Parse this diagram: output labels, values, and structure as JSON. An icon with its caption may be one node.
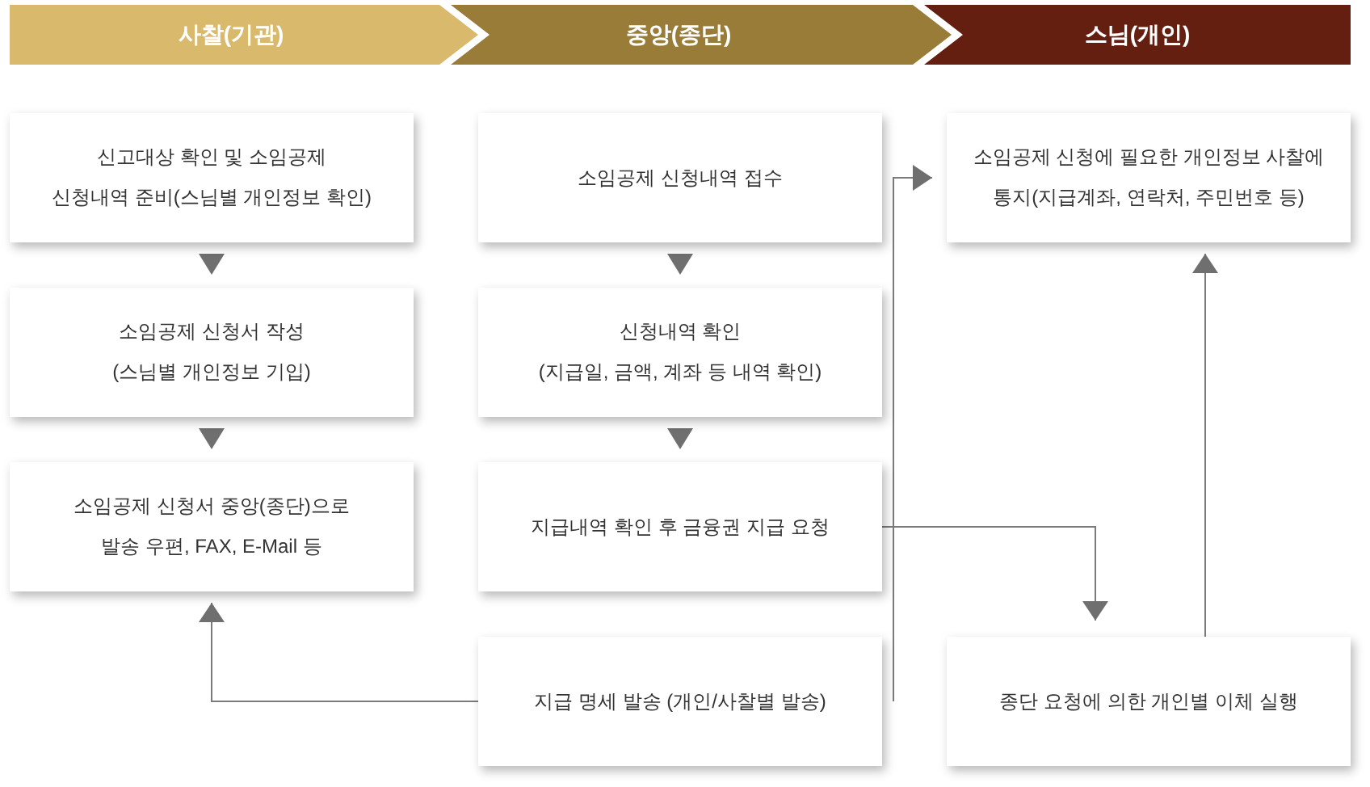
{
  "diagram": {
    "nodes": [
      {
        "text": [
          "사찰(기관)"
        ]
      },
      {
        "text": [
          "중앙(종단)"
        ]
      },
      {
        "text": [
          "스님(개인)"
        ]
      },
      {
        "text": [
          "신고대상 확인 및 소임공제 신청내역 준비(스님별 개인정보 확인)"
        ]
      },
      {
        "text": [
          "소임공제 신청내역 접수"
        ]
      },
      {
        "text": [
          "소임공제 신청에 필요한 개인정보 사찰에 통지(지급계좌, 연락처, 주민번호 등)"
        ]
      },
      {
        "text": [
          "소임공제 신청서 작성 (스님별 개인정보 기입)"
        ]
      },
      {
        "text": [
          "신청내역 확인 (지급일, 금액, 계좌 등 내역 확인)"
        ]
      },
      {
        "text": [
          "소임공제 신청서 중앙(종단)으로 발송 우편, FAX, E-Mail 등"
        ]
      },
      {
        "text": [
          "지급내역 확인 후 금융권 지급 요청"
        ]
      },
      {
        "text": [
          "지급 명세 발송 (개인/사찰별 발송)"
        ]
      },
      {
        "text": [
          "종단 요청에 의한 개인별 이체 실행"
        ]
      }
    ],
    "edges": [
      {
        "from": 3,
        "to": 6,
        "arrow": "to"
      },
      {
        "from": 6,
        "to": 8,
        "arrow": "to"
      },
      {
        "from": 4,
        "to": 7,
        "arrow": "to"
      },
      {
        "from": 7,
        "to": 9,
        "arrow": "to"
      },
      {
        "from": 10,
        "to": 5,
        "arrow": "to"
      },
      {
        "from": 9,
        "to": 11,
        "arrow": "to"
      },
      {
        "from": 11,
        "to": 5,
        "arrow": "to"
      },
      {
        "from": 10,
        "to": 8,
        "arrow": "to"
      }
    ]
  }
}
